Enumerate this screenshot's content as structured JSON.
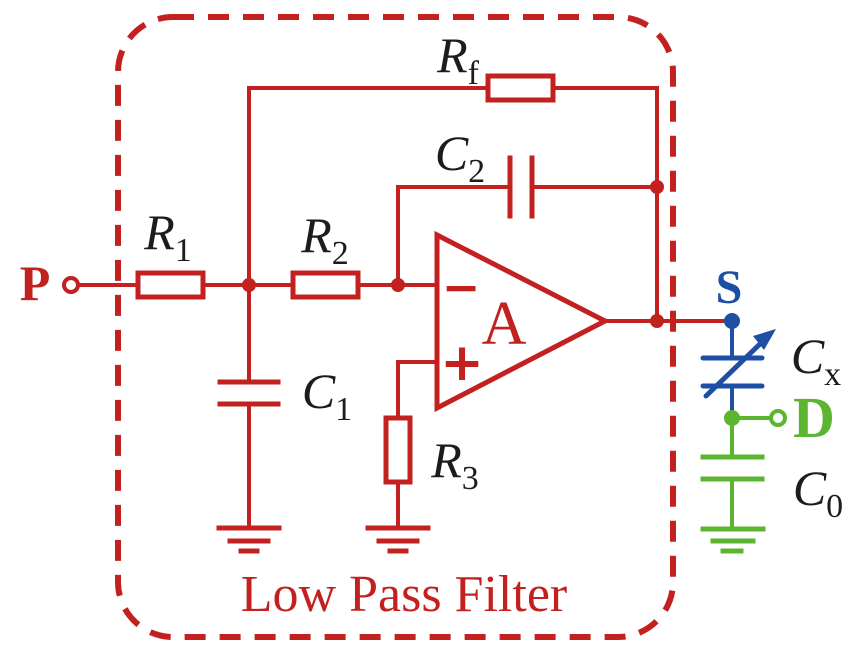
{
  "colors": {
    "red": "#c2211f",
    "blue": "#1d4fa5",
    "green": "#5cb531",
    "black": "#1c1c1c"
  },
  "box": {
    "label": "Low Pass Filter"
  },
  "terminals": {
    "input": "P",
    "source": "S",
    "drain": "D"
  },
  "opamp": {
    "label": "A",
    "inverting": "−",
    "noninverting": "+"
  },
  "components": {
    "r1": {
      "symbol": "R",
      "sub": "1"
    },
    "r2": {
      "symbol": "R",
      "sub": "2"
    },
    "rf": {
      "symbol": "R",
      "sub": "f"
    },
    "r3": {
      "symbol": "R",
      "sub": "3"
    },
    "c1": {
      "symbol": "C",
      "sub": "1"
    },
    "c2": {
      "symbol": "C",
      "sub": "2"
    },
    "cx": {
      "symbol": "C",
      "sub": "x"
    },
    "c0": {
      "symbol": "C",
      "sub": "0"
    }
  }
}
